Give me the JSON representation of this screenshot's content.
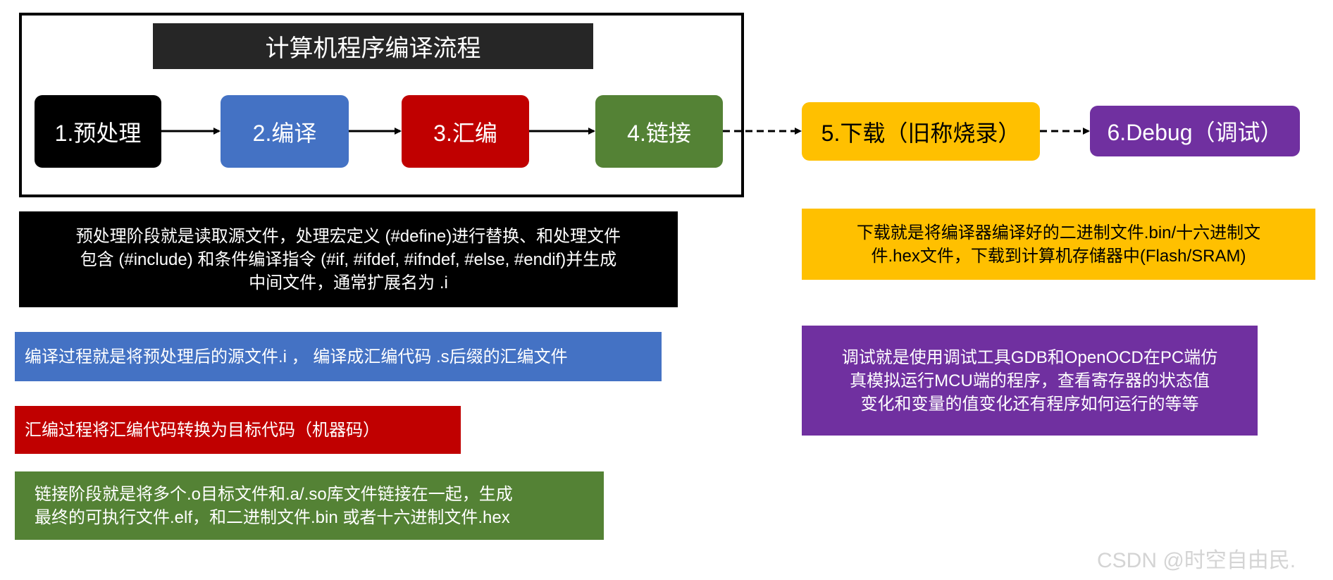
{
  "title": "计算机程序编译流程",
  "steps": [
    {
      "label": "1.预处理",
      "color": "#000000"
    },
    {
      "label": "2.编译",
      "color": "#4472C4"
    },
    {
      "label": "3.汇编",
      "color": "#C00000"
    },
    {
      "label": "4.链接",
      "color": "#548235"
    },
    {
      "label": "5.下载（旧称烧录）",
      "color": "#FFC000"
    },
    {
      "label": "6.Debug（调试）",
      "color": "#7030A0"
    }
  ],
  "descriptions": {
    "preprocess": [
      "预处理阶段就是读取源文件，处理宏定义 (#define)进行替换、和处理文件",
      "包含 (#include) 和条件编译指令 (#if, #ifdef, #ifndef, #else, #endif)并生成",
      "中间文件，通常扩展名为 .i"
    ],
    "compile": "编译过程就是将预处理后的源文件.i ， 编译成汇编代码 .s后缀的汇编文件",
    "assemble": "汇编过程将汇编代码转换为目标代码（机器码）",
    "link": [
      "链接阶段就是将多个.o目标文件和.a/.so库文件链接在一起，生成",
      "最终的可执行文件.elf，和二进制文件.bin 或者十六进制文件.hex"
    ],
    "download": [
      "下载就是将编译器编译好的二进制文件.bin/十六进制文",
      "件.hex文件，下载到计算机存储器中(Flash/SRAM)"
    ],
    "debug": [
      "调试就是使用调试工具GDB和OpenOCD在PC端仿",
      "真模拟运行MCU端的程序，查看寄存器的状态值",
      "变化和变量的值变化还有程序如何运行的等等"
    ]
  },
  "watermark": "CSDN @时空自由民."
}
